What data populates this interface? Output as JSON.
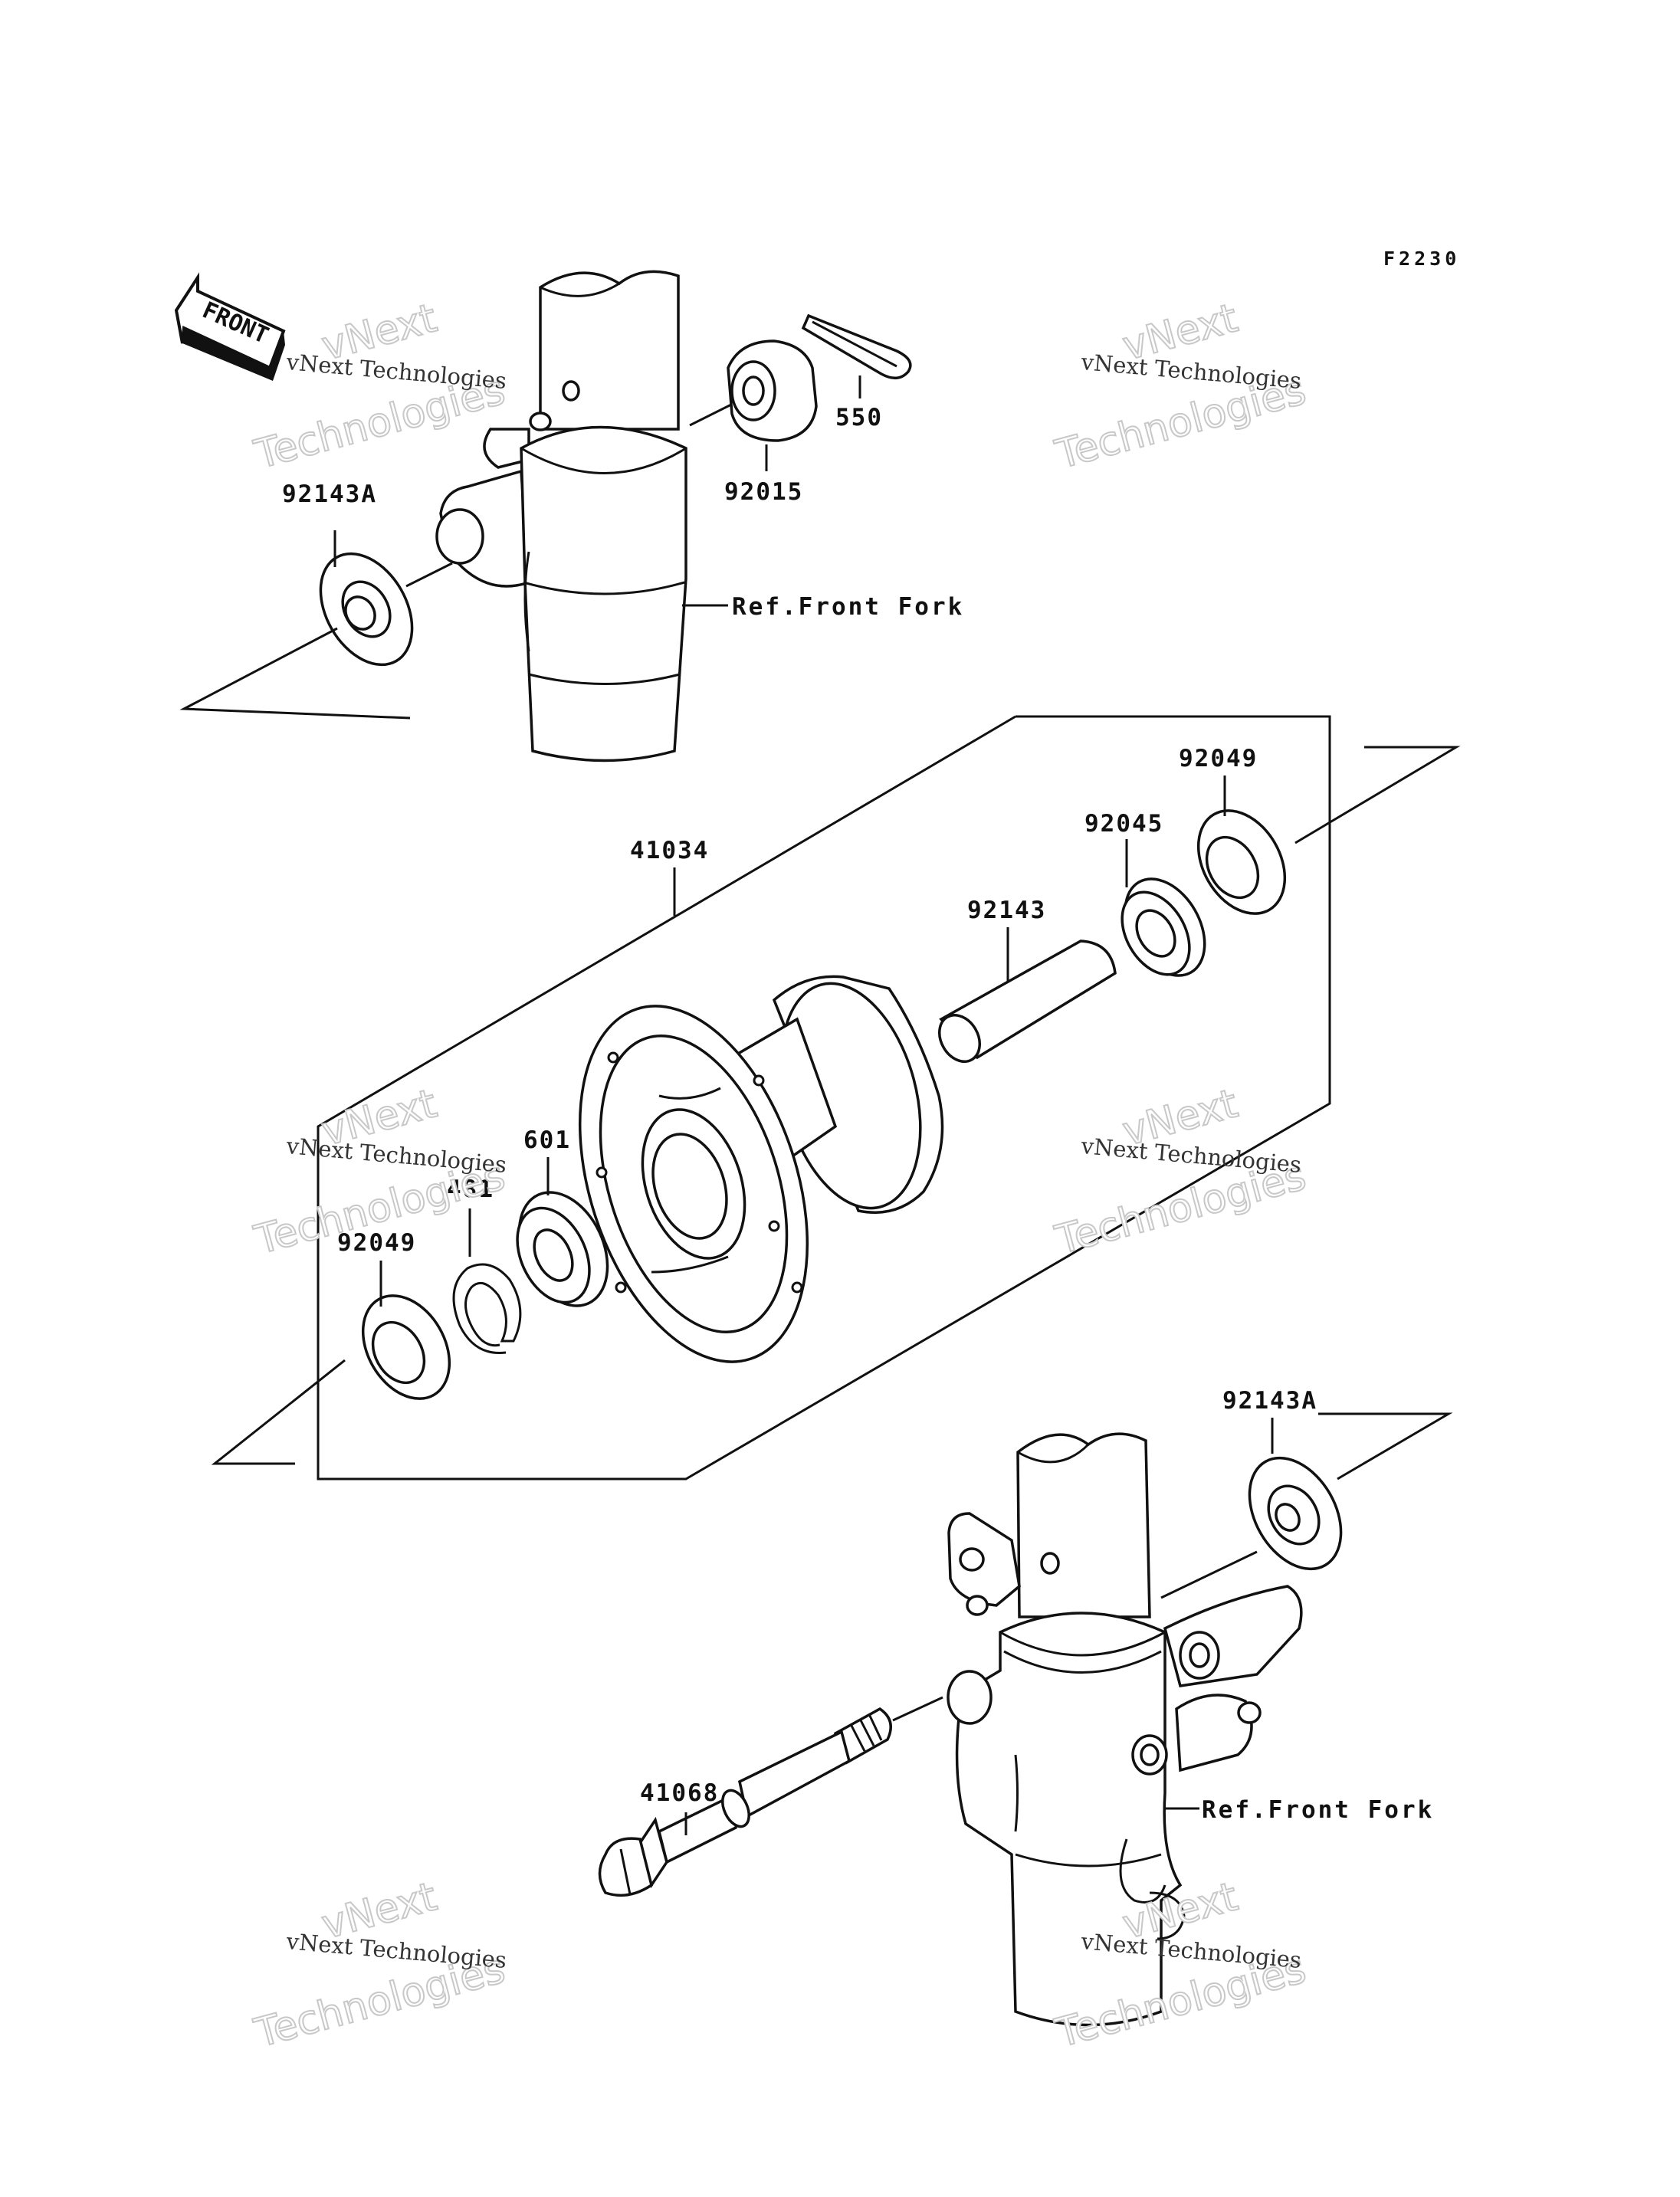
{
  "diagram": {
    "code": "F2230",
    "front_arrow_label": "FRONT",
    "watermark": {
      "line1": "vNext Technologies",
      "line2": "vNext",
      "line3": "Technologies"
    },
    "parts": {
      "p92143A_top": "92143A",
      "p92015": "92015",
      "p550": "550",
      "p41034": "41034",
      "p92049_right": "92049",
      "p92045": "92045",
      "p92143": "92143",
      "p601": "601",
      "p481": "481",
      "p92049_left": "92049",
      "p92143A_bottom": "92143A",
      "p41068": "41068"
    },
    "refs": {
      "front_fork_top": "Ref.Front Fork",
      "front_fork_bottom": "Ref.Front Fork"
    }
  }
}
